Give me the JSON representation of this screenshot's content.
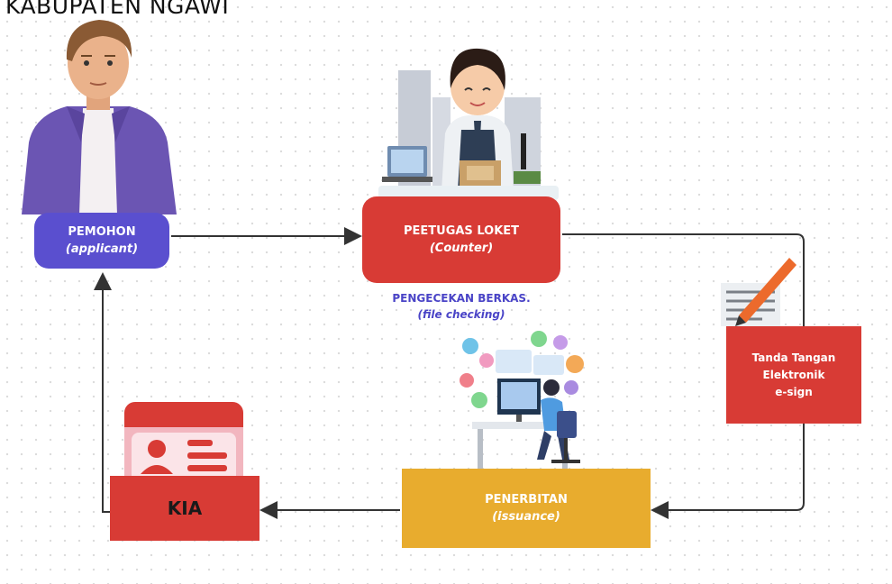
{
  "header": {
    "title": "KABUPATEN NGAWI"
  },
  "nodes": {
    "applicant": {
      "title": "PEMOHON",
      "subtitle": "(applicant)"
    },
    "counter": {
      "title": "PEETUGAS LOKET",
      "subtitle": "(Counter)"
    },
    "checking": {
      "title": "PENGECEKAN BERKAS.",
      "subtitle": "(file checking)"
    },
    "esign": {
      "line1": "Tanda Tangan",
      "line2": "Elektronik",
      "line3": "e-sign"
    },
    "issuance": {
      "title": "PENERBITAN",
      "subtitle": "(issuance)"
    },
    "kia": {
      "label": "KIA"
    }
  },
  "colors": {
    "purple": "#5a4fcf",
    "red": "#d83b35",
    "orange": "#e8ac2e",
    "arrow": "#333333",
    "text_blue": "#4a44c7"
  },
  "icons": [
    "applicant-person-illustration",
    "counter-officer-illustration",
    "contract-pen-icon",
    "computer-worker-illustration",
    "id-card-icon"
  ]
}
